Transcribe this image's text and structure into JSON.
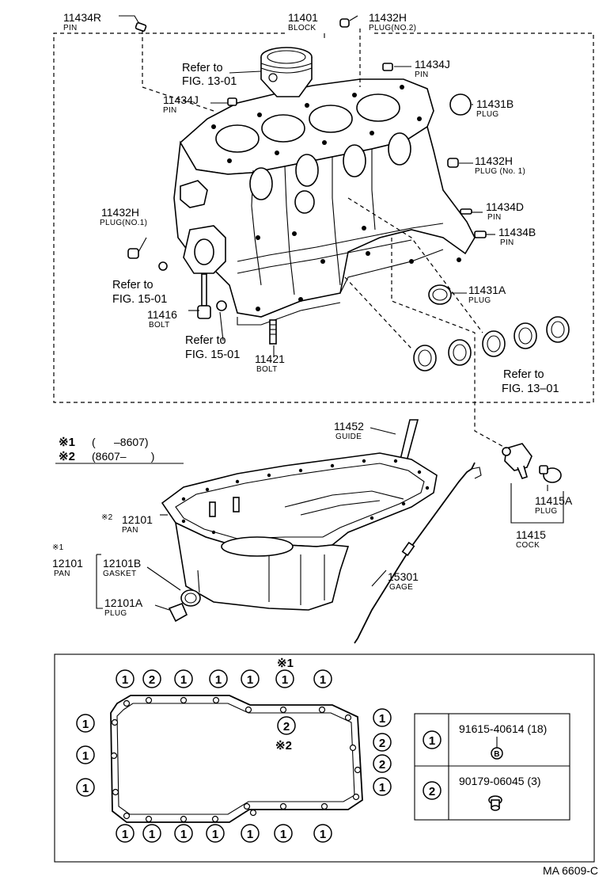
{
  "labels": {
    "p11434R": {
      "num": "11434R",
      "name": "PIN"
    },
    "p11401": {
      "num": "11401",
      "name": "BLOCK"
    },
    "p11432H_top": {
      "num": "11432H",
      "name": "PLUG(NO.2)"
    },
    "p11434J_right": {
      "num": "11434J",
      "name": "PIN"
    },
    "p11434J_left": {
      "num": "11434J",
      "name": "PIN"
    },
    "p11431B": {
      "num": "11431B",
      "name": "PLUG"
    },
    "p11432H_no1_right": {
      "num": "11432H",
      "name": "PLUG (No. 1)"
    },
    "p11432H_no1_left": {
      "num": "11432H",
      "name": "PLUG(NO.1)"
    },
    "p11434D": {
      "num": "11434D",
      "name": "PIN"
    },
    "p11434B": {
      "num": "11434B",
      "name": "PIN"
    },
    "p11431A": {
      "num": "11431A",
      "name": "PLUG"
    },
    "p11416": {
      "num": "11416",
      "name": "BOLT"
    },
    "p11421": {
      "num": "11421",
      "name": "BOLT"
    },
    "p11452": {
      "num": "11452",
      "name": "GUIDE"
    },
    "p11415A": {
      "num": "11415A",
      "name": "PLUG"
    },
    "p11415": {
      "num": "11415",
      "name": "COCK"
    },
    "p12101_mark2": {
      "num": "12101",
      "name": "PAN"
    },
    "p12101_mark1": {
      "num": "12101",
      "name": "PAN"
    },
    "p12101B": {
      "num": "12101B",
      "name": "GASKET"
    },
    "p12101A": {
      "num": "12101A",
      "name": "PLUG"
    },
    "p15301": {
      "num": "15301",
      "name": "GAGE"
    }
  },
  "refs": {
    "ref_piston": {
      "line1": "Refer to",
      "line2": "FIG. 13-01"
    },
    "ref_15_left": {
      "line1": "Refer to",
      "line2": "FIG. 15-01"
    },
    "ref_15_mid": {
      "line1": "Refer to",
      "line2": "FIG. 15-01"
    },
    "ref_13_right": {
      "line1": "Refer to",
      "line2": "FIG. 13–01"
    }
  },
  "marks": {
    "mark1_symbol": "※1",
    "mark1_range": "(      –8607)",
    "mark2_symbol": "※2",
    "mark2_range": "(8607–        )",
    "pan_mark2": "※2",
    "pan_mark1": "※1"
  },
  "bolt_layout": {
    "top_mark": "※1",
    "center_num": "2",
    "center_mark": "※2",
    "top_row": [
      "1",
      "2",
      "1",
      "1",
      "1",
      "1",
      "1"
    ],
    "left_col": [
      "1",
      "1",
      "1"
    ],
    "right_col": [
      "1",
      "2",
      "2",
      "1"
    ],
    "bottom_row": [
      "1",
      "1",
      "1",
      "1",
      "1",
      "1",
      "1"
    ]
  },
  "legend": [
    {
      "key": "1",
      "part": "91615-40614 (18)",
      "mark": "B"
    },
    {
      "key": "2",
      "part": "90179-06045 (3)"
    }
  ],
  "figure_code": "MA 6609-C"
}
